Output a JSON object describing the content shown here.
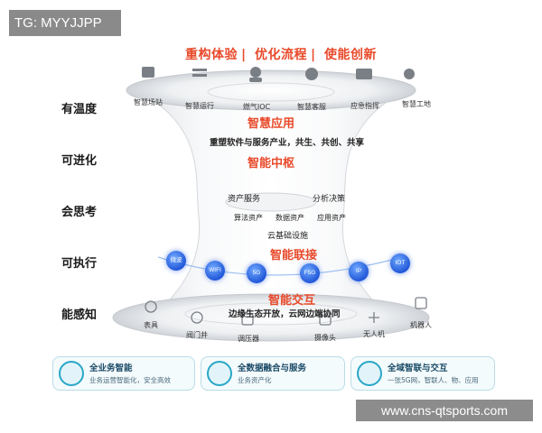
{
  "tag": "TG: MYYJJPP",
  "header": {
    "items": [
      "重构体验",
      "优化流程",
      "使能创新"
    ]
  },
  "side_labels": [
    "有温度",
    "可进化",
    "会思考",
    "可执行",
    "能感知"
  ],
  "top_icons": [
    "智慧场站",
    "智慧运行",
    "燃气IOC",
    "智慧客服",
    "应急指挥",
    "智慧工地"
  ],
  "app_layer": {
    "title": "智慧应用",
    "desc": "重塑软件与服务产业，共生、共创、共享"
  },
  "hub_layer": {
    "title": "智能中枢",
    "asset_service": "资产服务",
    "analysis": "分析决策",
    "assets": [
      "算法资产",
      "数据资产",
      "应用资产"
    ],
    "infra": "云基础设施"
  },
  "connect_layer": {
    "title": "智能联接",
    "nodes": [
      "微波",
      "WIFI",
      "5G",
      "F5G",
      "IP",
      "IOT"
    ]
  },
  "interact_layer": {
    "title": "智能交互",
    "desc": "边缘生态开放，云网边端协同"
  },
  "bottom_icons": [
    "表具",
    "阀门井",
    "调压器",
    "摄像头",
    "无人机",
    "机器人"
  ],
  "cards": [
    {
      "title": "全业务智能",
      "sub": "业务运营智能化，安全高效",
      "icon": "globe-icon"
    },
    {
      "title": "全数据融合与服务",
      "sub": "业务资产化",
      "icon": "data-icon"
    },
    {
      "title": "全域智联与交互",
      "sub": "一张5G网，智联人、物、应用",
      "icon": "network-icon"
    }
  ],
  "watermark": "www.cns-qtsports.com",
  "colors": {
    "accent_red": "#e8492a",
    "node_blue": "#2258d8",
    "card_border": "#b9dbe6"
  }
}
